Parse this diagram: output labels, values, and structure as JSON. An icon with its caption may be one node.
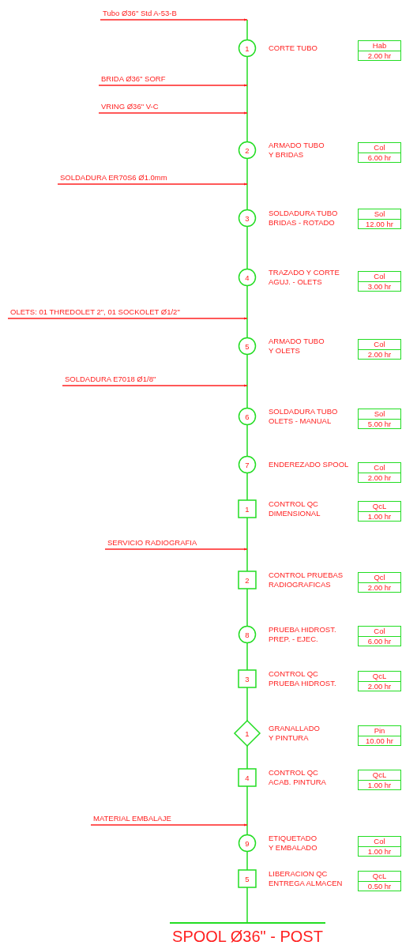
{
  "diagram": {
    "nodes": [
      {
        "text": [
          "Tubo Ø36\" Std A-53-B"
        ]
      },
      {
        "text": [
          "1"
        ],
        "beside": [
          "CORTE TUBO"
        ]
      },
      {
        "text": [
          "Hab",
          "2.00 hr"
        ]
      },
      {
        "text": [
          "BRIDA Ø36\" SORF"
        ]
      },
      {
        "text": [
          "VRING Ø36\" V-C"
        ]
      },
      {
        "text": [
          "2"
        ],
        "beside": [
          "ARMADO TUBO Y BRIDAS"
        ]
      },
      {
        "text": [
          "Col",
          "6.00 hr"
        ]
      },
      {
        "text": [
          "SOLDADURA ER70S6  Ø1.0mm"
        ]
      },
      {
        "text": [
          "3"
        ],
        "beside": [
          "SOLDADURA TUBO BRIDAS - ROTADO"
        ]
      },
      {
        "text": [
          "Sol",
          "12.00 hr"
        ]
      },
      {
        "text": [
          "4"
        ],
        "beside": [
          "TRAZADO Y CORTE AGUJ. - OLETS"
        ]
      },
      {
        "text": [
          "Col",
          "3.00 hr"
        ]
      },
      {
        "text": [
          "OLETS: 01 THREDOLET 2\", 01 SOCKOLET Ø1/2\""
        ]
      },
      {
        "text": [
          "5"
        ],
        "beside": [
          "ARMADO TUBO Y OLETS"
        ]
      },
      {
        "text": [
          "Col",
          "2.00 hr"
        ]
      },
      {
        "text": [
          "SOLDADURA E7018  Ø1/8\""
        ]
      },
      {
        "text": [
          "6"
        ],
        "beside": [
          "SOLDADURA TUBO OLETS - MANUAL"
        ]
      },
      {
        "text": [
          "Sol",
          "5.00 hr"
        ]
      },
      {
        "text": [
          "7"
        ],
        "beside": [
          "ENDEREZADO SPOOL"
        ]
      },
      {
        "text": [
          "Col",
          "2.00 hr"
        ]
      },
      {
        "text": [
          "1"
        ],
        "beside": [
          "CONTROL QC DIMENSIONAL"
        ]
      },
      {
        "text": [
          "QcL",
          "1.00 hr"
        ]
      },
      {
        "text": [
          "SERVICIO RADIOGRAFIA"
        ]
      },
      {
        "text": [
          "2"
        ],
        "beside": [
          "CONTROL PRUEBAS RADIOGRAFICAS"
        ]
      },
      {
        "text": [
          "Qcl",
          "2.00 hr"
        ]
      },
      {
        "text": [
          "8"
        ],
        "beside": [
          "PRUEBA HIDROST. PREP. - EJEC."
        ]
      },
      {
        "text": [
          "Col",
          "6.00 hr"
        ]
      },
      {
        "text": [
          "3"
        ],
        "beside": [
          "CONTROL QC PRUEBA HIDROST."
        ]
      },
      {
        "text": [
          "QcL",
          "2.00 hr"
        ]
      },
      {
        "text": [
          "1"
        ],
        "beside": [
          "GRANALLADO Y PINTURA"
        ]
      },
      {
        "text": [
          "Pin",
          "10.00 hr"
        ]
      },
      {
        "text": [
          "4"
        ],
        "beside": [
          "CONTROL QC ACAB. PINTURA"
        ]
      },
      {
        "text": [
          "QcL",
          "1.00 hr"
        ]
      },
      {
        "text": [
          "MATERIAL EMBALAJE"
        ]
      },
      {
        "text": [
          "9"
        ],
        "beside": [
          "ETIQUETADO Y EMBALADO"
        ]
      },
      {
        "text": [
          "Col",
          "1.00 hr"
        ]
      },
      {
        "text": [
          "5"
        ],
        "beside": [
          "LIBERACION QC ENTREGA ALMACEN"
        ]
      },
      {
        "text": [
          "QcL",
          "0.50 hr"
        ]
      },
      {
        "text": [
          "SPOOL Ø36\" - POST"
        ]
      }
    ],
    "edges": [
      {
        "from": null,
        "to": 1,
        "arrow": "none"
      },
      {
        "from": 1,
        "to": 5,
        "arrow": "none"
      },
      {
        "from": 5,
        "to": 8,
        "arrow": "none"
      },
      {
        "from": 8,
        "to": 10,
        "arrow": "none"
      },
      {
        "from": 10,
        "to": 13,
        "arrow": "none"
      },
      {
        "from": 13,
        "to": 16,
        "arrow": "none"
      },
      {
        "from": 16,
        "to": 18,
        "arrow": "none"
      },
      {
        "from": 18,
        "to": 20,
        "arrow": "none"
      },
      {
        "from": 20,
        "to": 23,
        "arrow": "none"
      },
      {
        "from": 23,
        "to": 25,
        "arrow": "none"
      },
      {
        "from": 25,
        "to": 27,
        "arrow": "none"
      },
      {
        "from": 27,
        "to": 29,
        "arrow": "none"
      },
      {
        "from": 29,
        "to": 31,
        "arrow": "none"
      },
      {
        "from": 31,
        "to": 34,
        "arrow": "none"
      },
      {
        "from": 34,
        "to": 36,
        "arrow": "none"
      },
      {
        "from": 36,
        "to": 38,
        "arrow": "none"
      },
      {
        "from": 0,
        "to": 1,
        "arrow": "to",
        "color": "#ff2020"
      },
      {
        "from": 3,
        "to": null,
        "arrow": "to",
        "color": "#ff2020"
      },
      {
        "from": 4,
        "to": null,
        "arrow": "to",
        "color": "#ff2020"
      },
      {
        "from": 7,
        "to": null,
        "arrow": "to",
        "color": "#ff2020"
      },
      {
        "from": 12,
        "to": 13,
        "arrow": "to",
        "color": "#ff2020"
      },
      {
        "from": 15,
        "to": 16,
        "arrow": "to",
        "color": "#ff2020"
      },
      {
        "from": 22,
        "to": 23,
        "arrow": "to",
        "color": "#ff2020"
      },
      {
        "from": 33,
        "to": 34,
        "arrow": "to",
        "color": "#ff2020"
      }
    ]
  }
}
